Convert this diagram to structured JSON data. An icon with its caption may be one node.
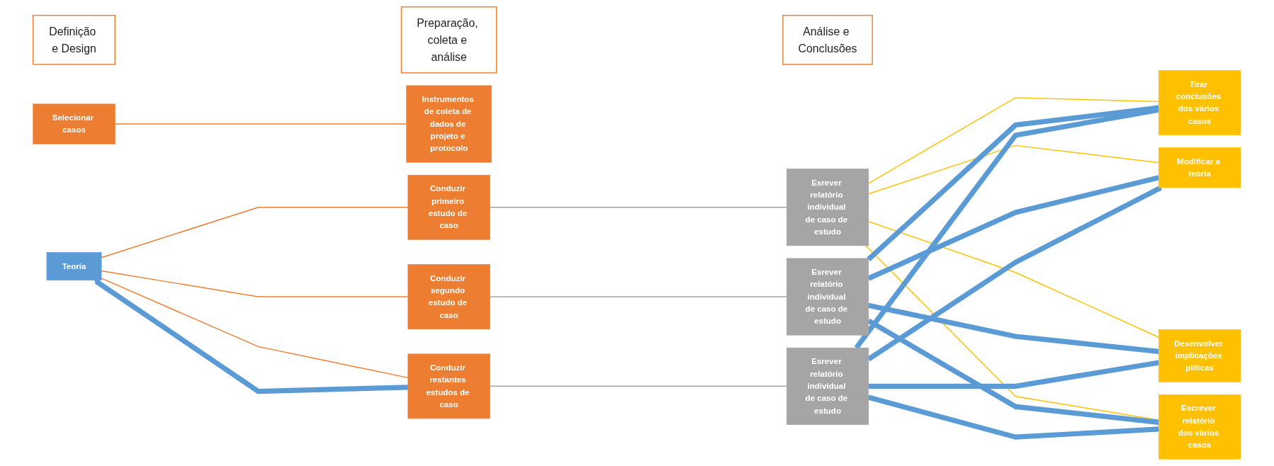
{
  "diagram": {
    "nodes": [
      {
        "text": [
          "Definição e Design"
        ]
      },
      {
        "text": [
          "Preparação, coleta e análise"
        ]
      },
      {
        "text": [
          "Análise e Conclusões"
        ]
      },
      {
        "text": [
          "Teoria"
        ]
      },
      {
        "text": [
          "Selecionar casos"
        ]
      },
      {
        "text": [
          "Instrumentos de coleta de dados de projeto e protocolo"
        ]
      },
      {
        "text": [
          "Conduzir primeiro estudo de caso"
        ]
      },
      {
        "text": [
          "Conduzir segundo estudo de caso"
        ]
      },
      {
        "text": [
          "Conduzir restantes estudos de caso"
        ]
      },
      {
        "text": [
          "Esrever relatório individual de caso de estudo"
        ]
      },
      {
        "text": [
          "Esrever relatório individual de caso de estudo"
        ]
      },
      {
        "text": [
          "Esrever relatório individual de caso de estudo"
        ]
      },
      {
        "text": [
          "Tirar conclusões dos vários casos"
        ]
      },
      {
        "text": [
          "Modificar a teoria"
        ]
      },
      {
        "text": [
          "Desenvolver implicações plíticas"
        ]
      },
      {
        "text": [
          "Escrever relatório dos vários casos"
        ]
      }
    ],
    "edges": [
      {
        "from": 3,
        "to": 6,
        "arrow": "none",
        "color": "#ed7d31"
      },
      {
        "from": 3,
        "to": 7,
        "arrow": "none",
        "color": "#ed7d31"
      },
      {
        "from": 3,
        "to": 8,
        "arrow": "none",
        "color": "#ed7d31"
      },
      {
        "from": 4,
        "to": 5,
        "arrow": "none",
        "color": "#ed7d31"
      },
      {
        "from": 6,
        "to": 9,
        "arrow": "none",
        "color": "#a5a5a5"
      },
      {
        "from": 7,
        "to": 10,
        "arrow": "none",
        "color": "#a5a5a5"
      },
      {
        "from": 8,
        "to": 11,
        "arrow": "none",
        "color": "#a5a5a5"
      },
      {
        "from": 9,
        "to": 12,
        "arrow": "none",
        "color": "#ffc000"
      },
      {
        "from": 9,
        "to": 13,
        "arrow": "none",
        "color": "#ffc000"
      },
      {
        "from": 9,
        "to": 14,
        "arrow": "none",
        "color": "#ffc000"
      },
      {
        "from": 9,
        "to": 15,
        "arrow": "none",
        "color": "#ffc000"
      },
      {
        "from": 10,
        "to": 12,
        "arrow": "none",
        "style": "thick",
        "color": "#5b9bd5"
      },
      {
        "from": 10,
        "to": 13,
        "arrow": "none",
        "style": "thick",
        "color": "#5b9bd5"
      },
      {
        "from": 10,
        "to": 14,
        "arrow": "none",
        "style": "thick",
        "color": "#5b9bd5"
      },
      {
        "from": 10,
        "to": 15,
        "arrow": "none",
        "style": "thick",
        "color": "#5b9bd5"
      },
      {
        "from": 11,
        "to": 12,
        "arrow": "none",
        "style": "thick",
        "color": "#5b9bd5"
      },
      {
        "from": 11,
        "to": 13,
        "arrow": "none",
        "style": "thick",
        "color": "#5b9bd5"
      },
      {
        "from": 11,
        "to": 14,
        "arrow": "none",
        "style": "thick",
        "color": "#5b9bd5"
      },
      {
        "from": 11,
        "to": 15,
        "arrow": "none",
        "style": "thick",
        "color": "#5b9bd5"
      },
      {
        "from": 8,
        "to": 3,
        "arrow": "to",
        "style": "thick",
        "color": "#5b9bd5"
      }
    ]
  }
}
